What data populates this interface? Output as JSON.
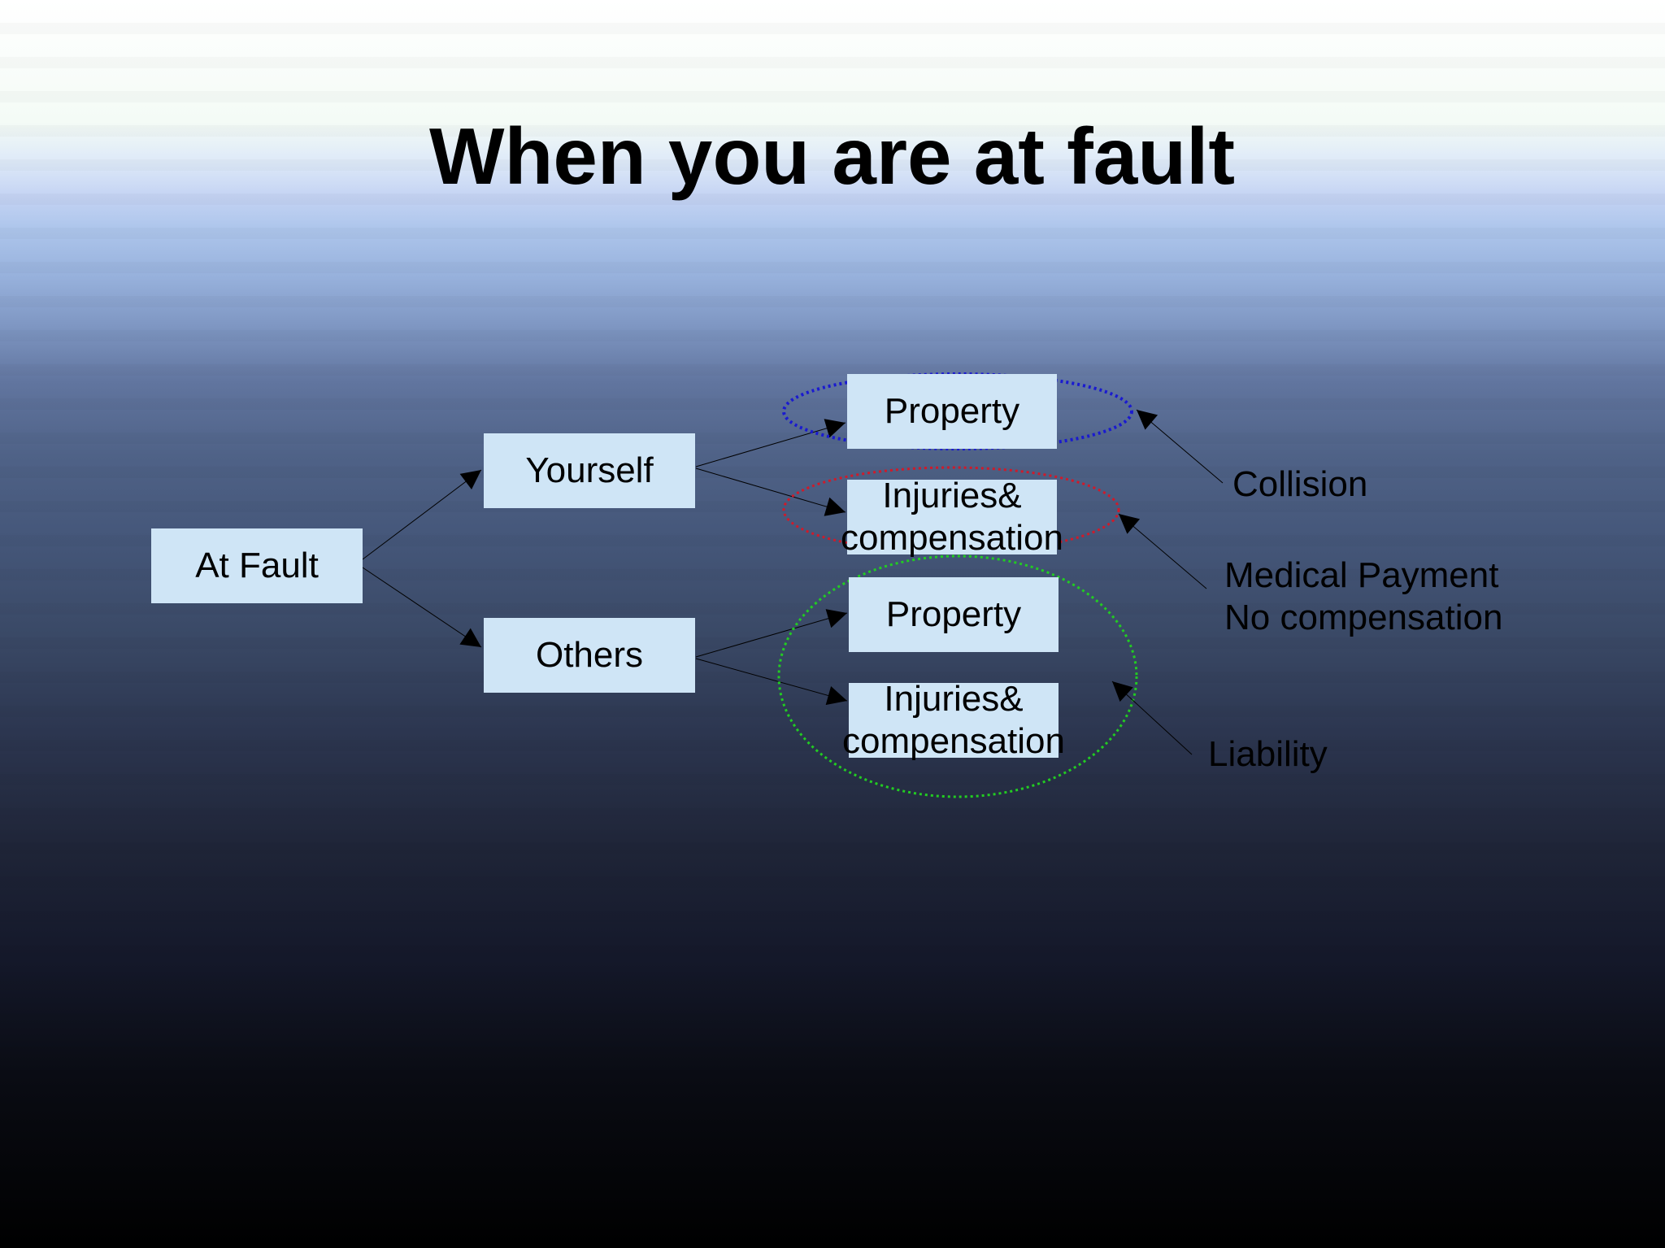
{
  "title": "When you are at fault",
  "nodes": {
    "root": "At Fault",
    "yourself": "Yourself",
    "others": "Others",
    "yourself_property": "Property",
    "yourself_injuries": "Injuries&\ncompensation",
    "others_property": "Property",
    "others_injuries": "Injuries&\ncompensation"
  },
  "callouts": {
    "collision": "Collision",
    "medical": "Medical Payment\nNo compensation",
    "liability": "Liability"
  },
  "colors": {
    "node_fill": "#cfe5f6",
    "collision_ring": "#1a1ad0",
    "medical_ring": "#d01a2a",
    "liability_ring": "#22cc22"
  }
}
